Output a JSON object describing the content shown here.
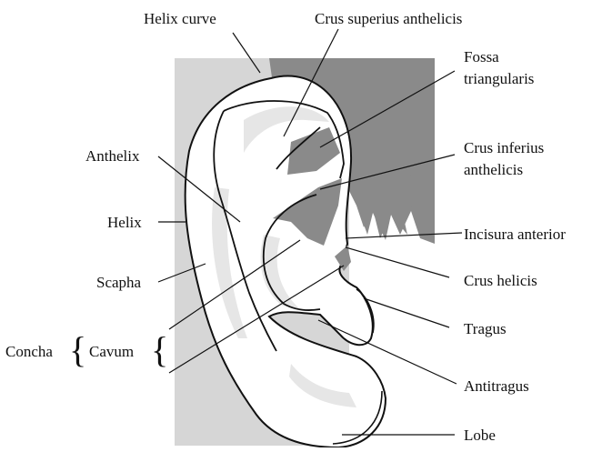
{
  "diagram": {
    "colors": {
      "panel": "#d6d6d6",
      "shadow": "#8a8a8a",
      "skin": "#ffffff",
      "soft": "#e6e6e6",
      "line": "#111111"
    },
    "labels": {
      "helix_curve": "Helix curve",
      "crus_superius": "Crus superius anthelicis",
      "fossa_1": "Fossa",
      "fossa_2": "triangularis",
      "crus_inferius_1": "Crus inferius",
      "crus_inferius_2": "anthelicis",
      "anthelix": "Anthelix",
      "helix": "Helix",
      "incisura": "Incisura anterior",
      "scapha": "Scapha",
      "crus_helicis": "Crus helicis",
      "tragus": "Tragus",
      "concha": "Concha",
      "cavum": "Cavum",
      "antitragus": "Antitragus",
      "lobe": "Lobe"
    }
  }
}
